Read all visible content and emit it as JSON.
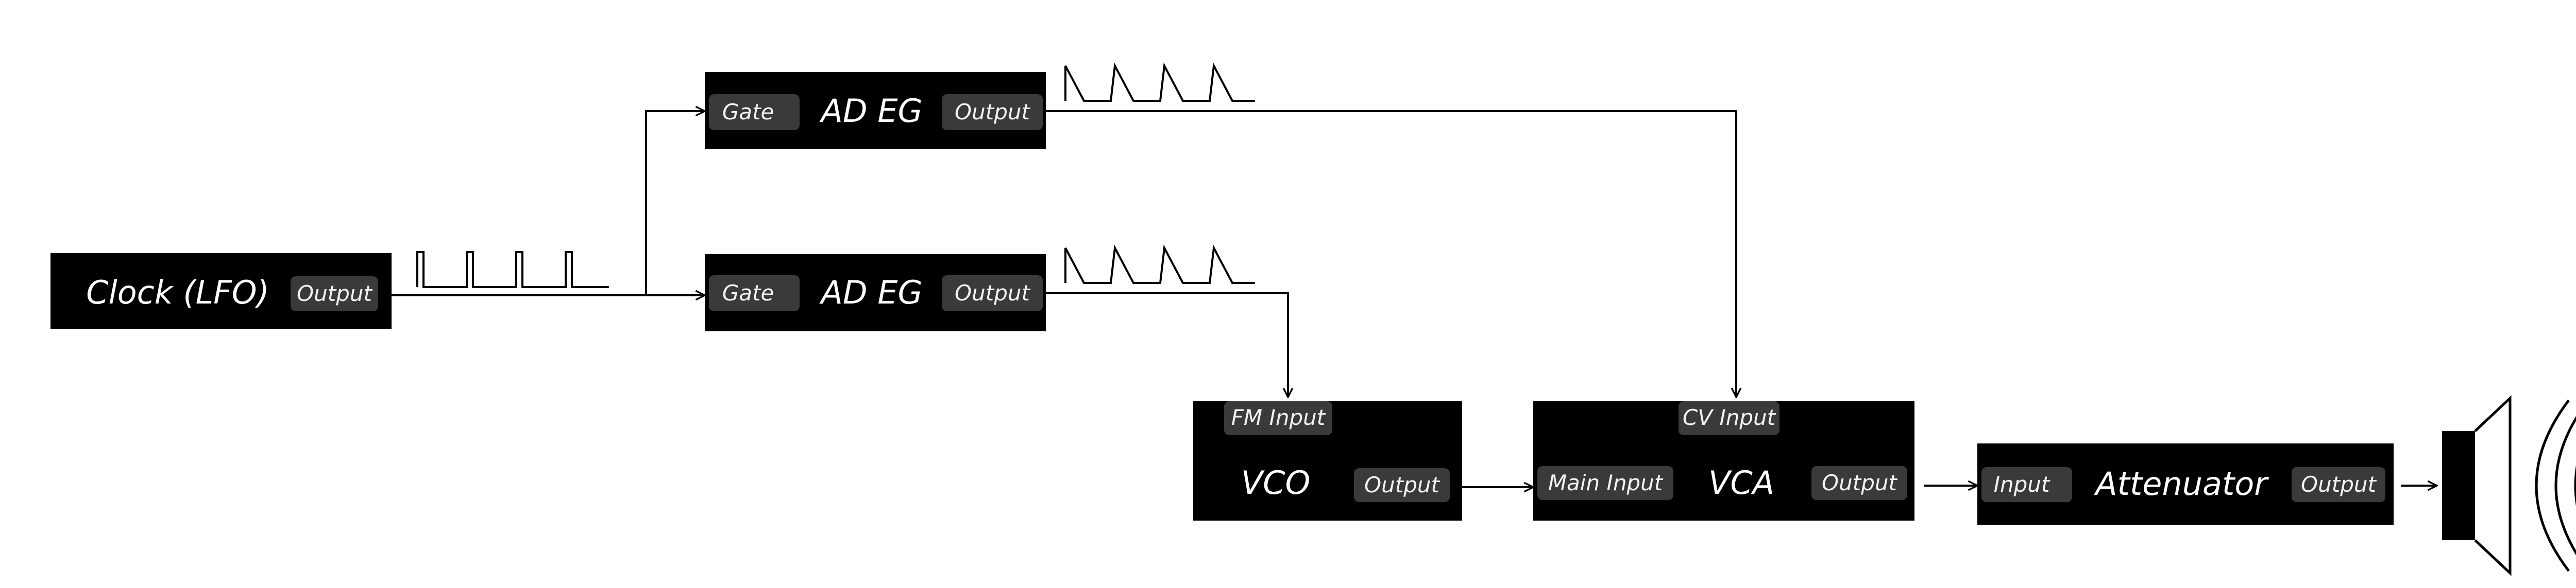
{
  "modules": {
    "clock": {
      "title": "Clock (LFO)",
      "output": "Output"
    },
    "eg_top": {
      "gate": "Gate",
      "title": "AD EG",
      "output": "Output"
    },
    "eg_mid": {
      "gate": "Gate",
      "title": "AD EG",
      "output": "Output"
    },
    "vco": {
      "fm_input": "FM Input",
      "title": "VCO",
      "output": "Output"
    },
    "vca": {
      "cv_input": "CV Input",
      "main_input": "Main Input",
      "title": "VCA",
      "output": "Output"
    },
    "attenuator": {
      "input": "Input",
      "title": "Attenuator",
      "output": "Output"
    }
  },
  "icons": {
    "clock_waveform": "square-wave-icon",
    "eg_top_waveform": "envelope-wave-icon",
    "eg_mid_waveform": "envelope-wave-icon",
    "speaker": "speaker-icon"
  },
  "colors": {
    "module_fill": "#000000",
    "port_fill": "#3a3a3a",
    "wire": "#000000",
    "text": "#ffffff"
  }
}
